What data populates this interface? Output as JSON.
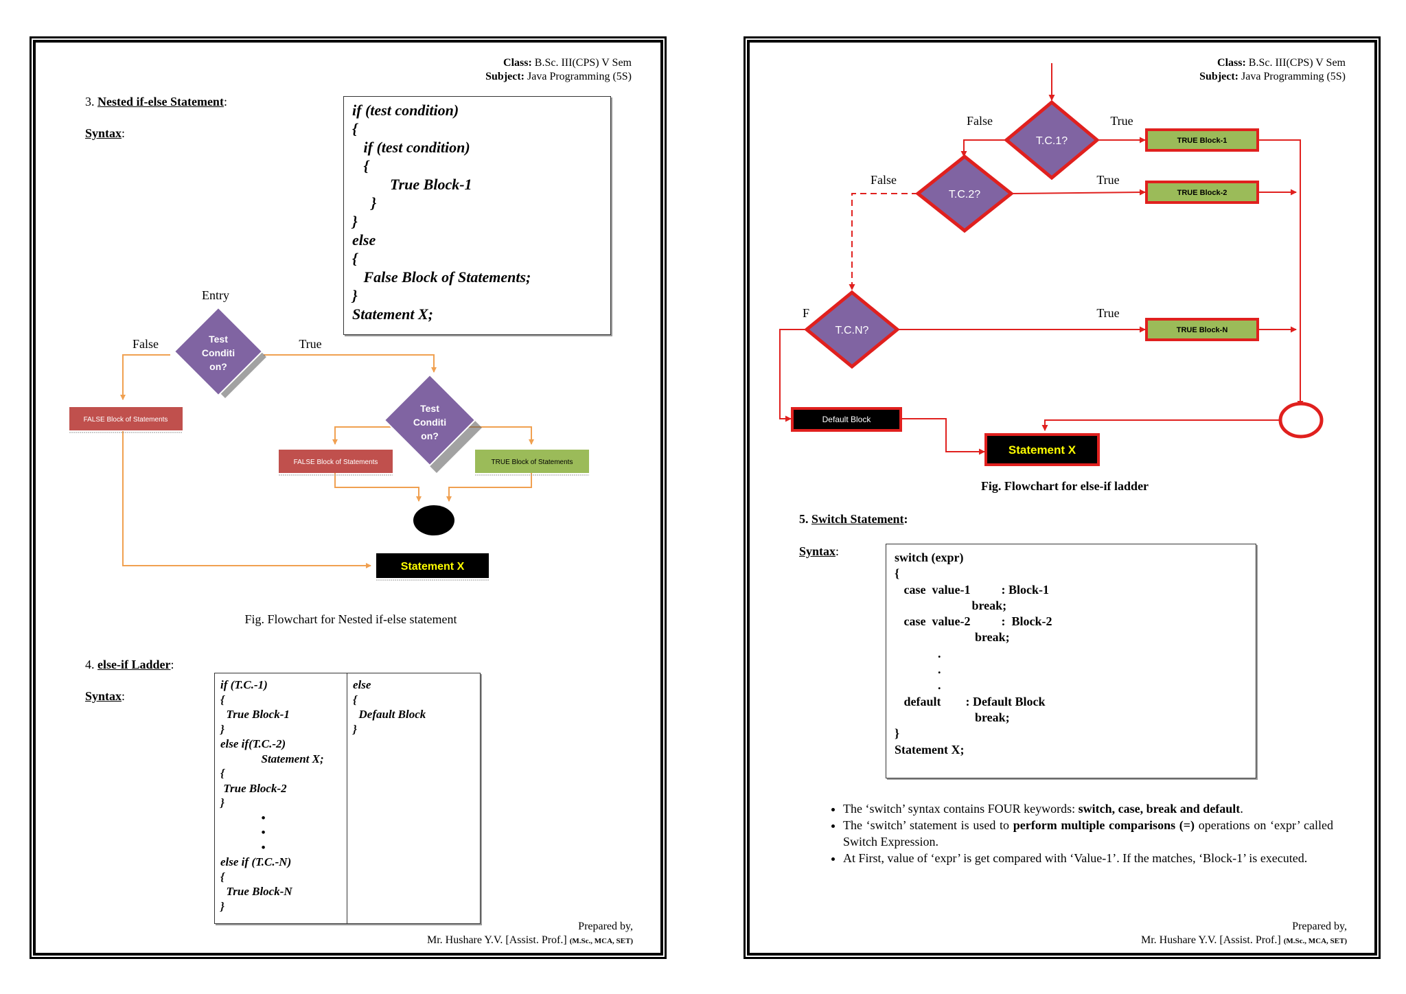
{
  "header": {
    "class_label": "Class:",
    "class_value": "B.Sc. III(CPS) V Sem",
    "subject_label": "Subject:",
    "subject_value": "Java Programming (5S)"
  },
  "footer": {
    "prepared_by": "Prepared by,",
    "author": "Mr. Hushare Y.V. [Assist. Prof.]",
    "qualifications": "(M.Sc., MCA, SET)"
  },
  "left_page": {
    "section3": {
      "number": "3.",
      "title": "Nested if-else Statement",
      "colon": ":"
    },
    "syntax_label": "Syntax",
    "colon": ":",
    "nested_syntax": "if (test condition)\n{\n   if (test condition)\n   {\n          True Block-1\n     }\n}\nelse\n{\n   False Block of Statements;\n}\nStatement X;",
    "flow1": {
      "entry": "Entry",
      "false": "False",
      "true": "True",
      "diamond_text": [
        "Test",
        "Conditi",
        "on?"
      ],
      "false_block": "FALSE Block of Statements",
      "true_block": "TRUE Block of Statements",
      "statement_x": "Statement X"
    },
    "fig1_caption": "Fig. Flowchart for Nested if-else statement",
    "section4": {
      "number": "4.",
      "title": "else-if Ladder",
      "colon": ":"
    },
    "ladder_col1": "if (T.C.-1)\n{\n  True Block-1\n}\nelse if(T.C.-2)\n              Statement X;\n{\n True Block-2\n}\n              •\n              •\n              •\nelse if (T.C.-N)\n{\n  True Block-N\n}",
    "ladder_col2": "else\n{\n  Default Block\n}"
  },
  "right_page": {
    "flow2": {
      "tc1": "T.C.1?",
      "tc2": "T.C.2?",
      "tcn": "T.C.N?",
      "false": "False",
      "true": "True",
      "f": "F",
      "true_block_1": "TRUE Block-1",
      "true_block_2": "TRUE Block-2",
      "true_block_n": "TRUE Block-N",
      "default_block": "Default Block",
      "statement_x": "Statement X"
    },
    "fig2_caption": "Fig. Flowchart for else-if ladder",
    "section5": {
      "number": "5.",
      "title": "Switch Statement",
      "colon": ":"
    },
    "switch_syntax": "switch (expr)\n{\n   case  value-1          : Block-1\n                         break;\n   case  value-2          :  Block-2\n                          break;\n              .\n              .\n              .\n   default        : Default Block\n                          break;\n}\nStatement X;",
    "bullets": [
      {
        "pre": "The ‘switch’ syntax contains FOUR keywords: ",
        "bold": "switch, case, break and default",
        "post": "."
      },
      {
        "pre": "The ‘switch’ statement is used to ",
        "bold": "perform multiple comparisons (=)",
        "post": " operations on ‘expr’ called Switch Expression."
      },
      {
        "pre": "At First, value of ‘expr’ is get compared with ‘Value-1’. If the matches, ‘Block-1’ is executed.",
        "bold": "",
        "post": ""
      }
    ]
  },
  "colors": {
    "orange_line": "#f0a050",
    "diamond_fill": "#8064a2",
    "false_red": "#c0504d",
    "true_green": "#9bbb59",
    "arrow_red": "#e0201e",
    "highlight_yellow": "#ffff00"
  }
}
